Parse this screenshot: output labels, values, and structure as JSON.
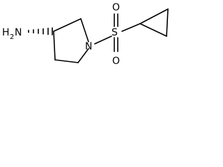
{
  "molecule": {
    "atoms": {
      "amine_main": "H",
      "amine_subscript": "2",
      "amine_n": "N",
      "ring_nitrogen": "N",
      "sulfur": "S",
      "oxygen_top": "O",
      "oxygen_bottom": "O"
    }
  }
}
